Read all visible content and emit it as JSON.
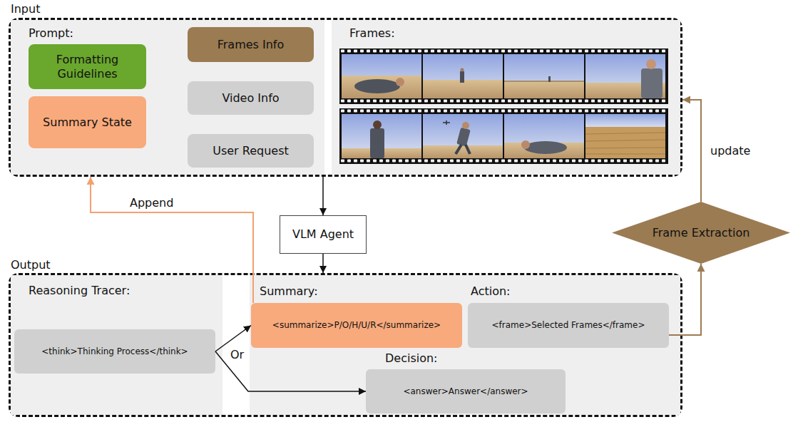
{
  "diagram": {
    "nodes": [
      {
        "text": [
          "Input"
        ]
      },
      {
        "text": [
          "Prompt:"
        ],
        "in": 0
      },
      {
        "text": [
          "Formatting Guidelines"
        ],
        "in": 1
      },
      {
        "text": [
          "Summary State"
        ],
        "in": 1
      },
      {
        "text": [
          "Frames Info"
        ],
        "in": 1
      },
      {
        "text": [
          "Video Info"
        ],
        "in": 1
      },
      {
        "text": [
          "User Request"
        ],
        "in": 1
      },
      {
        "text": [
          "Frames:"
        ],
        "in": 0
      },
      {
        "text": [
          "VLM Agent"
        ]
      },
      {
        "text": [
          "Frame Extraction"
        ]
      },
      {
        "text": [
          "Output"
        ]
      },
      {
        "text": [
          "Reasoning Tracer:"
        ],
        "in": 10
      },
      {
        "text": [
          "<think>Thinking Process</think>"
        ],
        "in": 11
      },
      {
        "text": [
          "Summary:",
          "<summarize>P/O/H/U/R</summarize>"
        ],
        "in": 10
      },
      {
        "text": [
          "Action:",
          "<frame>Selected Frames</frame>"
        ],
        "in": 10
      },
      {
        "text": [
          "Decision:",
          "<answer>Answer</answer>"
        ],
        "in": 10
      }
    ],
    "edges": [
      {
        "from": 0,
        "to": 8,
        "arrow": "to"
      },
      {
        "from": 8,
        "to": 10,
        "arrow": "to"
      },
      {
        "from": 12,
        "to": 13,
        "arrow": "to"
      },
      {
        "from": 12,
        "to": 15,
        "arrow": "to"
      },
      {
        "from": 14,
        "to": 9,
        "arrow": "to"
      },
      {
        "from": 9,
        "to": 7,
        "label": "update",
        "arrow": "to"
      },
      {
        "from": 13,
        "to": 0,
        "label": "Append",
        "arrow": "to"
      }
    ],
    "labels": [
      "Or"
    ]
  }
}
